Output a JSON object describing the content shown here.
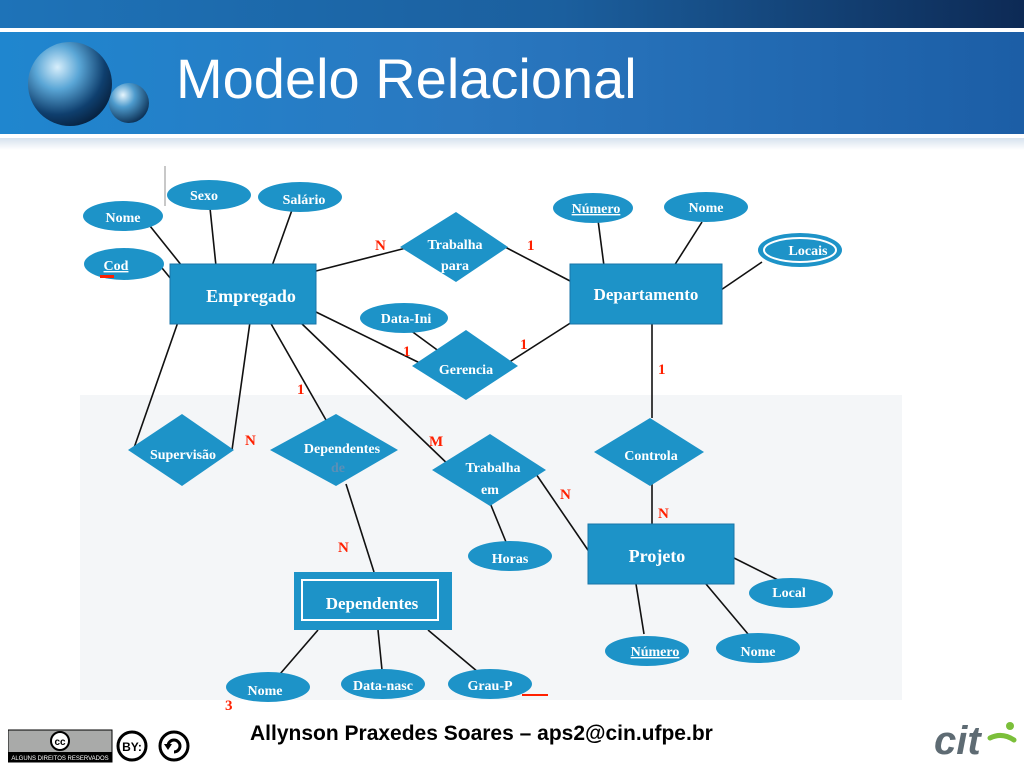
{
  "slide": {
    "title": "Modelo Relacional",
    "footer": "Allynson Praxedes Soares – aps2@cin.ufpe.br",
    "license_text": "ALGUNS DIREITOS RESERVADOS",
    "license_by": "BY:",
    "logo_text": "cit"
  },
  "diagram": {
    "entities": {
      "empregado": "Empregado",
      "departamento": "Departamento",
      "projeto": "Projeto",
      "dependentes": "Dependentes"
    },
    "relationships": {
      "trabalha_para_1": "Trabalha",
      "trabalha_para_2": "para",
      "gerencia": "Gerencia",
      "supervisao": "Supervisão",
      "dependentes_de_1": "Dependentes",
      "dependentes_de_2": "de",
      "trabalha_em_1": "Trabalha",
      "trabalha_em_2": "em",
      "controla": "Controla"
    },
    "attributes": {
      "emp_nome": "Nome",
      "emp_sexo": "Sexo",
      "emp_salario": "Salário",
      "emp_cod": "Cod",
      "data_ini": "Data-Ini",
      "dep_numero": "Número",
      "dep_nome": "Nome",
      "dep_locais": "Locais",
      "horas": "Horas",
      "proj_local": "Local",
      "proj_numero": "Número",
      "proj_nome": "Nome",
      "depd_nome": "Nome",
      "depd_data_nasc": "Data-nasc",
      "depd_grau": "Grau-P"
    },
    "cardinalities": {
      "tp_emp": "N",
      "tp_dep": "1",
      "ger_emp": "1",
      "ger_dep": "1",
      "ctrl_dep": "1",
      "ctrl_proj": "N",
      "sup_n": "N",
      "depde_emp": "1",
      "depde_dep": "N",
      "te_emp": "M",
      "te_proj": "N",
      "depd_nome": "3"
    }
  }
}
